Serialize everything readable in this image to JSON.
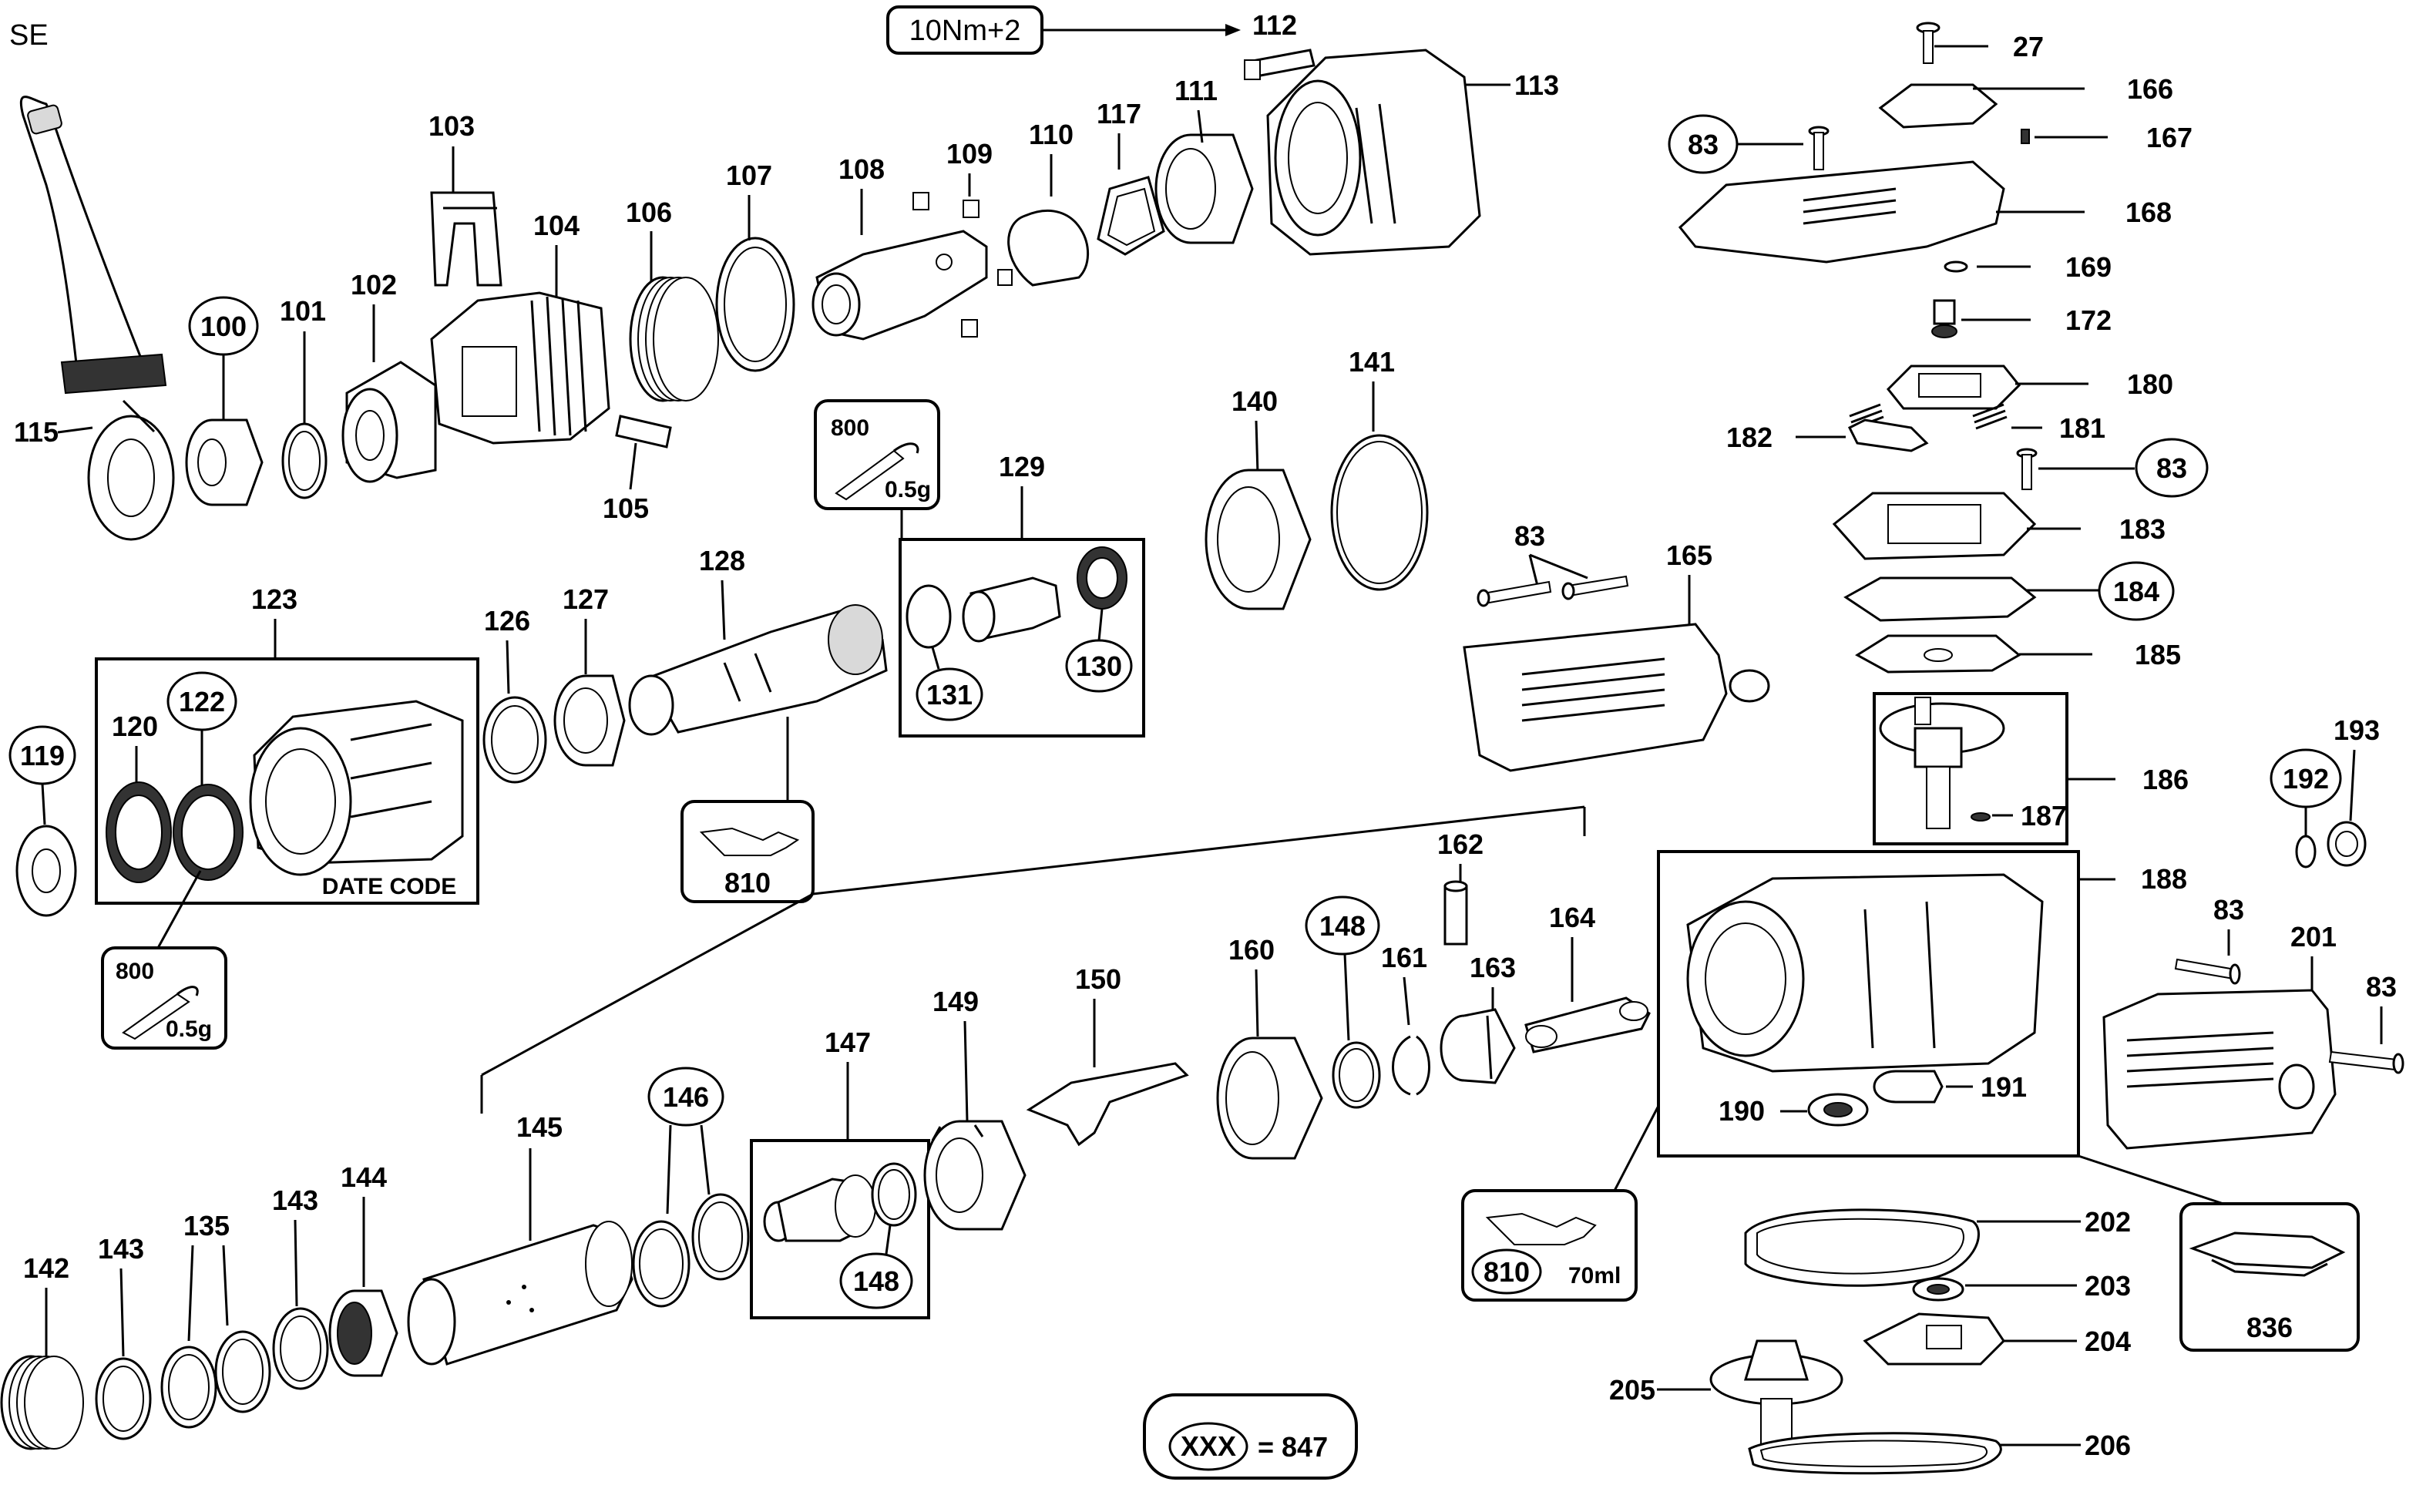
{
  "page": {
    "corner_label": "SE"
  },
  "torque_note": {
    "text": "10Nm+2"
  },
  "legend": {
    "xxx": "XXX",
    "equals": "= 847"
  },
  "date_code": "DATE CODE",
  "grease": {
    "g1": {
      "code": "800",
      "amount": "0.5g"
    },
    "g2": {
      "code": "800",
      "amount": "0.5g"
    }
  },
  "oil": {
    "o1": {
      "code": "810"
    },
    "o2": {
      "code": "810",
      "amount": "70ml"
    }
  },
  "kit_836": "836",
  "callouts": {
    "c27": "27",
    "c83a": "83",
    "c83b": "83",
    "c83c": "83",
    "c83d": "83",
    "c83e": "83",
    "c100": "100",
    "c101": "101",
    "c102": "102",
    "c103": "103",
    "c104": "104",
    "c105": "105",
    "c106": "106",
    "c107": "107",
    "c108": "108",
    "c109": "109",
    "c110": "110",
    "c111": "111",
    "c112": "112",
    "c113": "113",
    "c115": "115",
    "c117": "117",
    "c119": "119",
    "c120": "120",
    "c122": "122",
    "c123": "123",
    "c126": "126",
    "c127": "127",
    "c128": "128",
    "c129": "129",
    "c130": "130",
    "c131": "131",
    "c135": "135",
    "c140": "140",
    "c141": "141",
    "c142": "142",
    "c143a": "143",
    "c143b": "143",
    "c144": "144",
    "c145": "145",
    "c146": "146",
    "c147": "147",
    "c148a": "148",
    "c148b": "148",
    "c149": "149",
    "c150": "150",
    "c160": "160",
    "c161": "161",
    "c162": "162",
    "c163": "163",
    "c164": "164",
    "c165": "165",
    "c166": "166",
    "c167": "167",
    "c168": "168",
    "c169": "169",
    "c172": "172",
    "c180": "180",
    "c181": "181",
    "c182": "182",
    "c183": "183",
    "c184": "184",
    "c185": "185",
    "c186": "186",
    "c187": "187",
    "c188": "188",
    "c190": "190",
    "c191": "191",
    "c192": "192",
    "c193": "193",
    "c201": "201",
    "c202": "202",
    "c203": "203",
    "c204": "204",
    "c205": "205",
    "c206": "206"
  }
}
